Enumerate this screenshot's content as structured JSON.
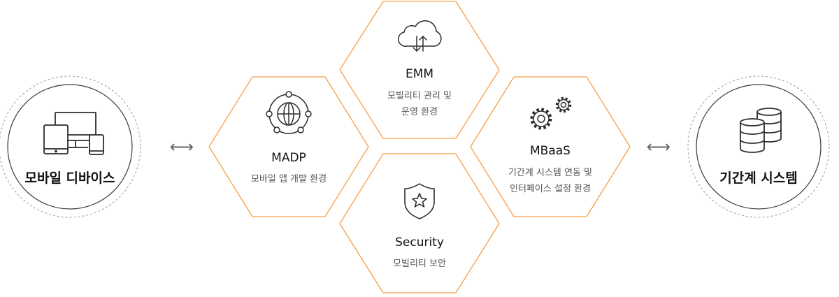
{
  "colors": {
    "accent": "#f5a04b",
    "icon_stroke": "#2d2d2d",
    "circle_inner": "#3a3a3a",
    "circle_outer": "#9a9a9a"
  },
  "left_node": {
    "label": "모바일 디바이스",
    "icon": "devices-icon"
  },
  "right_node": {
    "label": "기간계 시스템",
    "icon": "database-icon"
  },
  "connector": {
    "symbol": "⟷"
  },
  "hexagons": {
    "emm": {
      "title": "EMM",
      "line1": "모빌리티 관리 및",
      "line2": "운영 환경",
      "icon": "cloud-sync-icon"
    },
    "madp": {
      "title": "MADP",
      "line1": "모바일 앱 개발 환경",
      "icon": "globe-network-icon"
    },
    "mbaas": {
      "title": "MBaaS",
      "line1": "기간계 시스템 연동 및",
      "line2": "인터페이스 설정 환경",
      "icon": "gears-icon"
    },
    "security": {
      "title": "Security",
      "line1": "모빌리티 보안",
      "icon": "shield-star-icon"
    }
  }
}
